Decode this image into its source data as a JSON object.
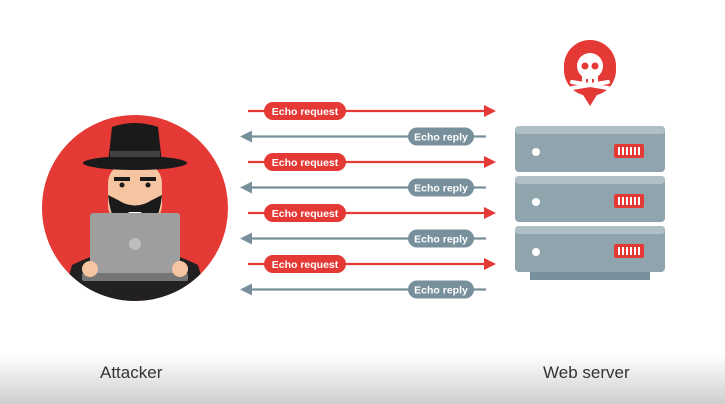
{
  "diagram": {
    "attacker_label": "Attacker",
    "server_label": "Web server",
    "messages": [
      {
        "label": "Echo request",
        "direction": "to-server",
        "color": "#e53935"
      },
      {
        "label": "Echo reply",
        "direction": "to-attacker",
        "color": "#78909c"
      },
      {
        "label": "Echo request",
        "direction": "to-server",
        "color": "#e53935"
      },
      {
        "label": "Echo reply",
        "direction": "to-attacker",
        "color": "#78909c"
      },
      {
        "label": "Echo request",
        "direction": "to-server",
        "color": "#e53935"
      },
      {
        "label": "Echo reply",
        "direction": "to-attacker",
        "color": "#78909c"
      },
      {
        "label": "Echo request",
        "direction": "to-server",
        "color": "#e53935"
      },
      {
        "label": "Echo reply",
        "direction": "to-attacker",
        "color": "#78909c"
      }
    ],
    "icons": {
      "attacker": "hacker-with-laptop-icon",
      "server": "server-rack-icon",
      "alert": "skull-pin-icon"
    },
    "colors": {
      "accent": "#e53935",
      "reply": "#78909c",
      "server_body": "#90a4ae"
    }
  }
}
